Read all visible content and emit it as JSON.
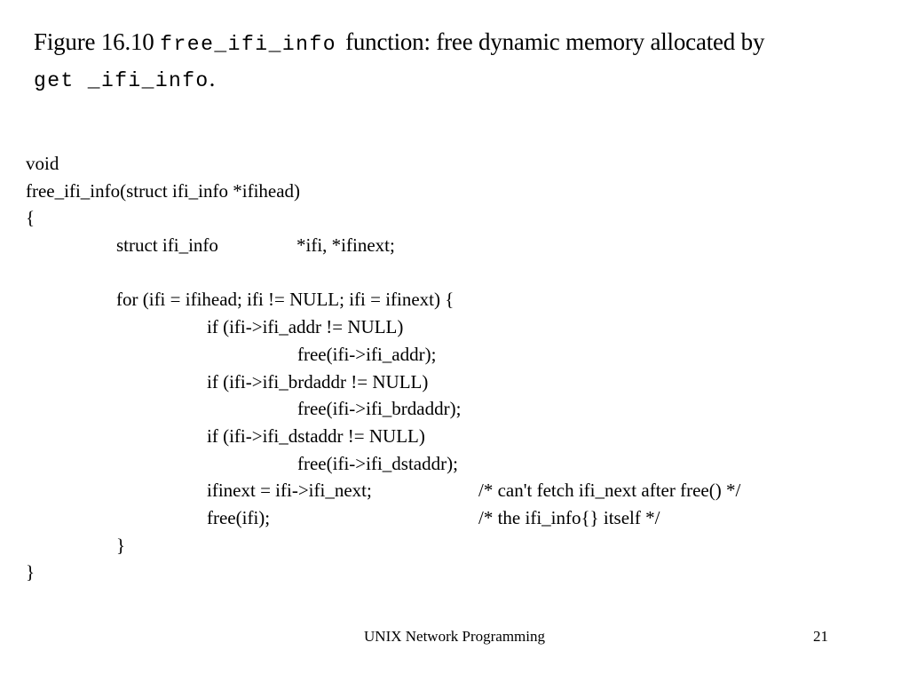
{
  "slide": {
    "title": {
      "prefix": "Figure 16.10 ",
      "function_name": "free_ifi_info",
      "description": "function: free dynamic memory allocated by",
      "allocator_name": "get _ifi_info",
      "suffix": "."
    },
    "code": {
      "line_01": "void",
      "line_02": "free_ifi_info(struct ifi_info *ifihead)",
      "line_03": "{",
      "line_04_type": "struct ifi_info",
      "line_04_vars": "*ifi, *ifinext;",
      "line_05": "",
      "line_06": "for (ifi = ifihead; ifi != NULL; ifi = ifinext) {",
      "line_07": "if (ifi->ifi_addr != NULL)",
      "line_08": "free(ifi->ifi_addr);",
      "line_09": "if (ifi->ifi_brdaddr != NULL)",
      "line_10": "free(ifi->ifi_brdaddr);",
      "line_11": "if (ifi->ifi_dstaddr != NULL)",
      "line_12": "free(ifi->ifi_dstaddr);",
      "line_13_stmt": "ifinext = ifi->ifi_next;",
      "line_13_comment": "/* can't fetch ifi_next after free() */",
      "line_14_stmt": "free(ifi);",
      "line_14_comment": "/* the ifi_info{} itself */",
      "line_15": "}",
      "line_16": "}"
    },
    "footer": {
      "course": "UNIX Network Programming",
      "page_number": "21"
    }
  }
}
